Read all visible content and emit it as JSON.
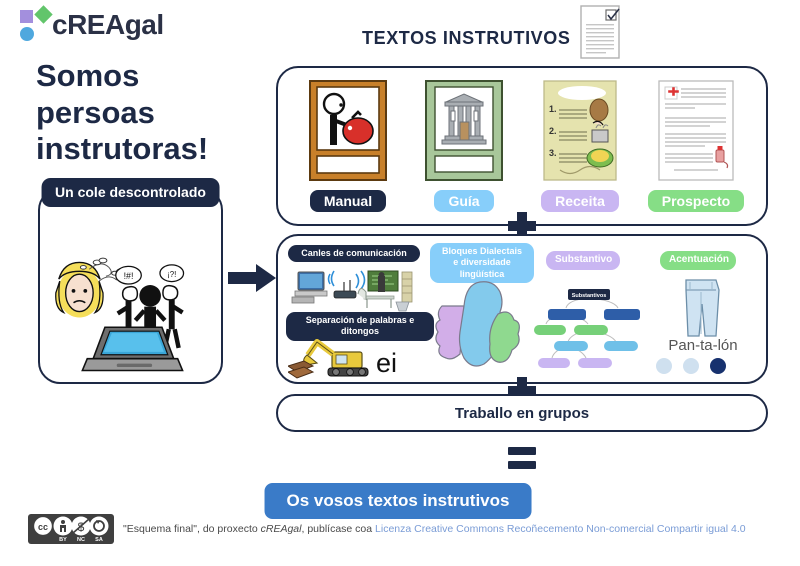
{
  "logo": {
    "wordmark": "cREAgal",
    "shapes": [
      "purple-square",
      "green-diamond",
      "blue-circle"
    ],
    "colors": {
      "square": "#a38fdd",
      "diamond": "#62c56b",
      "circle": "#4fa8de"
    }
  },
  "headline": "Somos persoas instrutoras!",
  "header": {
    "title": "TEXTOS INSTRUTIVOS",
    "icon": "checklist-document-icon"
  },
  "left_panel": {
    "pill_label": "Un cole descontrolado",
    "illustration": "frustrated-student-arguing-people-laptop"
  },
  "arrow": {
    "icon": "right-arrow-icon",
    "color": "#1d2945"
  },
  "row1": {
    "cards": [
      {
        "label": "Manual",
        "label_color": "#1d2945",
        "thumb": "manual-book-person-with-ball",
        "cover_color": "#c8802a"
      },
      {
        "label": "Guía",
        "label_color": "#87cefa",
        "thumb": "guide-book-monument",
        "cover_color": "#a8c79a"
      },
      {
        "label": "Receita",
        "label_color": "#c9b6f2",
        "thumb": "recipe-sheet-numbered-steps",
        "cover_color": "#e5e3ae"
      },
      {
        "label": "Prospecto",
        "label_color": "#86de86",
        "thumb": "medicine-leaflet-red-cross",
        "cover_color": "#ffffff"
      }
    ]
  },
  "separators": {
    "plus_top": "+",
    "plus_bottom": "+",
    "equals": "="
  },
  "row2": {
    "topics": [
      {
        "label": "Canles de comunicación",
        "style": "dark",
        "art": "computer-router-classroom-icons"
      },
      {
        "label": "Separación de palabras e ditongos",
        "style": "dark",
        "art": "excavator-with-ei-text"
      },
      {
        "label": "Bloques Dialectais e diversidade lingüística",
        "style": "blue",
        "art": "galicia-map-three-colors"
      },
      {
        "label": "Substantivo",
        "style": "lav",
        "art": "substantivo-tree-diagram"
      },
      {
        "label": "Acentuación",
        "style": "green",
        "art": "jeans-pantalon-syllables"
      }
    ],
    "diphthong_text": "ei",
    "accent_word": "Pan-ta-lón",
    "diagram_root": "Substantivos",
    "syllable_dots": [
      "light",
      "light",
      "dark"
    ],
    "map_colors": {
      "west": "#d2aee8",
      "center": "#83caec",
      "east": "#8fd98f"
    }
  },
  "row3": {
    "label": "Traballo en grupos"
  },
  "result": {
    "label": "Os vosos textos instrutivos",
    "color": "#3a7bc8"
  },
  "footer": {
    "badge": "cc-by-nc-sa-badge",
    "badge_codes": [
      "BY",
      "NC",
      "SA"
    ],
    "text_before": "\"Esquema final\", do proxecto ",
    "project": "cREAgal",
    "text_middle": ", publícase coa ",
    "license": "Licenza Creative Commons Recoñecemento Non-comercial Compartir igual 4.0",
    "license_color": "#7a9cd6"
  }
}
